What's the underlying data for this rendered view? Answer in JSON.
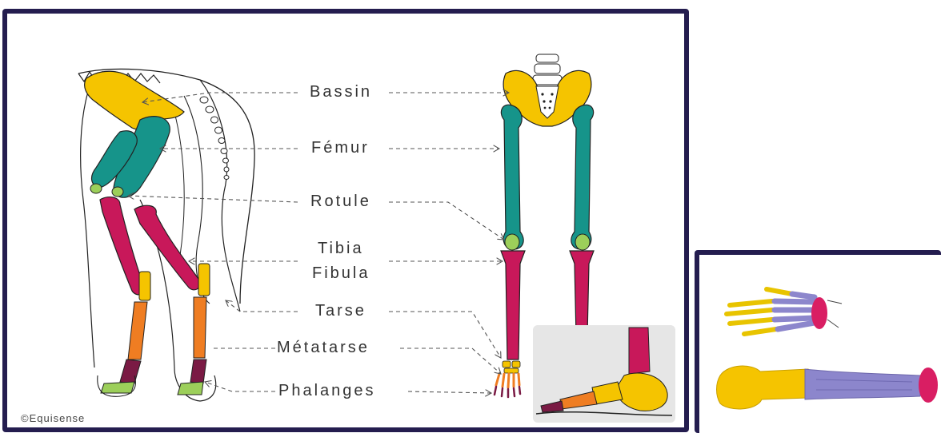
{
  "labels": {
    "bassin": "Bassin",
    "femur": "Fémur",
    "rotule": "Rotule",
    "tibia": "Tibia",
    "fibula": "Fibula",
    "tarse": "Tarse",
    "metatarse": "Métatarse",
    "phalanges": "Phalanges"
  },
  "copyright": "©Equisense",
  "colors": {
    "frame": "#241d4f",
    "pelvis": "#f5c400",
    "femur": "#16948a",
    "patella": "#9ccf5a",
    "tibia": "#c8185a",
    "tarsus": "#f5c400",
    "metatarsus": "#ef7d22",
    "phalanges": "#7a1a44",
    "hoof": "#9ccf5a",
    "bone_purple": "#8c86cc",
    "bone_pink": "#d91e63"
  }
}
